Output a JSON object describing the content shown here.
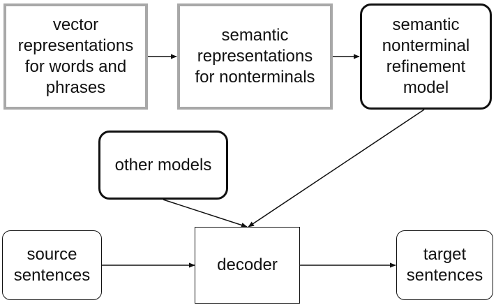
{
  "nodes": {
    "vector_representations": "vector\nrepresentations\nfor words and\nphrases",
    "semantic_representations": "semantic\nrepresentations\nfor nonterminals",
    "refinement_model": "semantic\nnonterminal\nrefinement\nmodel",
    "other_models": "other models",
    "source_sentences": "source\nsentences",
    "decoder": "decoder",
    "target_sentences": "target\nsentences"
  },
  "edges": [
    {
      "from": "vector_representations",
      "to": "semantic_representations"
    },
    {
      "from": "semantic_representations",
      "to": "refinement_model"
    },
    {
      "from": "refinement_model",
      "to": "decoder"
    },
    {
      "from": "other_models",
      "to": "decoder"
    },
    {
      "from": "source_sentences",
      "to": "decoder"
    },
    {
      "from": "decoder",
      "to": "target_sentences"
    }
  ],
  "colors": {
    "gray_border": "#a8a8a8",
    "black": "#111111"
  }
}
